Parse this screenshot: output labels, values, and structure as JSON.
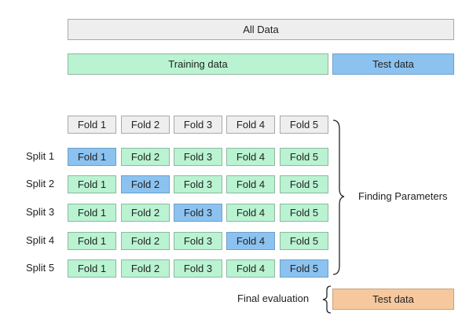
{
  "top": {
    "all_data": "All Data",
    "training_data": "Training data",
    "test_data": "Test data"
  },
  "header_folds": [
    "Fold 1",
    "Fold 2",
    "Fold 3",
    "Fold 4",
    "Fold 5"
  ],
  "splits": [
    {
      "label": "Split 1",
      "folds": [
        "Fold 1",
        "Fold 2",
        "Fold 3",
        "Fold 4",
        "Fold 5"
      ],
      "test_index": 0
    },
    {
      "label": "Split 2",
      "folds": [
        "Fold 1",
        "Fold 2",
        "Fold 3",
        "Fold 4",
        "Fold 5"
      ],
      "test_index": 1
    },
    {
      "label": "Split 3",
      "folds": [
        "Fold 1",
        "Fold 2",
        "Fold 3",
        "Fold 4",
        "Fold 5"
      ],
      "test_index": 2
    },
    {
      "label": "Split 4",
      "folds": [
        "Fold 1",
        "Fold 2",
        "Fold 3",
        "Fold 4",
        "Fold 5"
      ],
      "test_index": 3
    },
    {
      "label": "Split 5",
      "folds": [
        "Fold 1",
        "Fold 2",
        "Fold 3",
        "Fold 4",
        "Fold 5"
      ],
      "test_index": 4
    }
  ],
  "finding_parameters": "Finding Parameters",
  "final_evaluation": {
    "label": "Final evaluation",
    "box": "Test data"
  },
  "colors": {
    "neutral": "#eeeeee",
    "train": "#b9f3d1",
    "test": "#8cc2ef",
    "final_test": "#f6c89d"
  }
}
